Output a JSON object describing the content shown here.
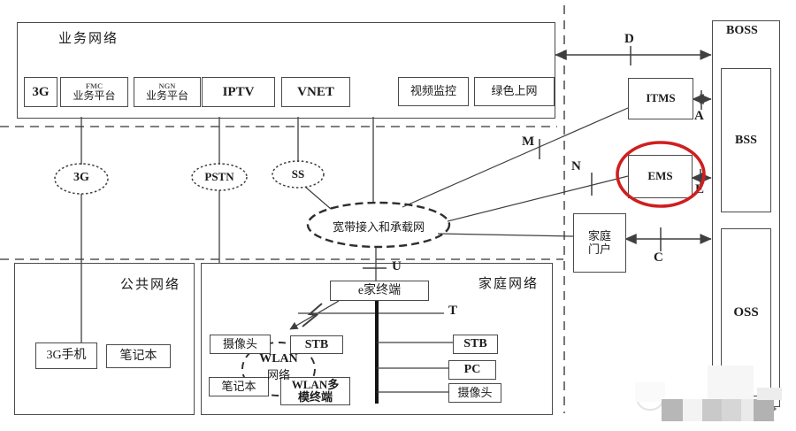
{
  "colors": {
    "line": "#3f3f3f",
    "highlight_red": "#cf1f1f",
    "text": "#1c1c1c"
  },
  "business": {
    "title": "业务网络",
    "boxes": {
      "g3": "3G",
      "fmc_top": "FMC",
      "fmc_bottom": "业务平台",
      "ngn_top": "NGN",
      "ngn_bottom": "业务平台",
      "iptv": "IPTV",
      "vnet": "VNET",
      "video": "视频监控",
      "green": "绿色上网"
    }
  },
  "clouds": {
    "g3": "3G",
    "pstn": "PSTN",
    "ss": "SS",
    "core": "宽带接入和承载网",
    "wlan_top": "WLAN",
    "wlan_bottom": "网络"
  },
  "right_column": {
    "boss": "BOSS",
    "bss": "BSS",
    "oss": "OSS",
    "itms": "ITMS",
    "ems": "EMS",
    "portal_top": "家庭",
    "portal_bottom": "门户"
  },
  "public_network": {
    "title": "公共网络",
    "phone": "3G手机",
    "laptop": "笔记本"
  },
  "home_network": {
    "title": "家庭网络",
    "terminal": "e家终端",
    "camera_wlan": "摄像头",
    "stb_wlan": "STB",
    "laptop_wlan": "笔记本",
    "multi_top": "WLAN多",
    "multi_bottom": "模终端",
    "stb": "STB",
    "pc": "PC",
    "camera": "摄像头"
  },
  "interfaces": {
    "d": "D",
    "a": "A",
    "m": "M",
    "n": "N",
    "e": "E",
    "c": "C",
    "u": "U",
    "t": "T"
  }
}
